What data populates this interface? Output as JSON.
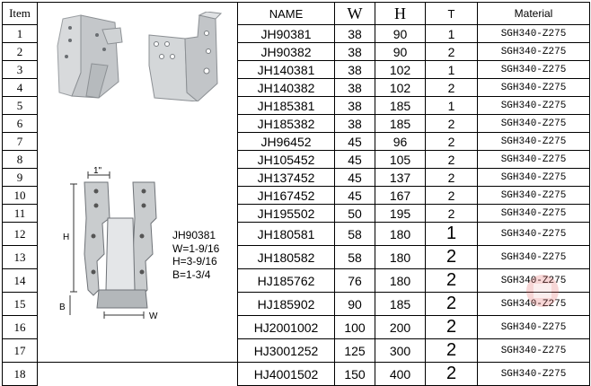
{
  "header": {
    "item": "Item",
    "name": "NAME",
    "w": "W",
    "h": "H",
    "t": "T",
    "material": "Material"
  },
  "rows": [
    {
      "item": "1",
      "name": "JH90381",
      "w": "38",
      "h": "90",
      "t": "1",
      "mat": "SGH340-Z275"
    },
    {
      "item": "2",
      "name": "JH90382",
      "w": "38",
      "h": "90",
      "t": "2",
      "mat": "SGH340-Z275"
    },
    {
      "item": "3",
      "name": "JH140381",
      "w": "38",
      "h": "102",
      "t": "1",
      "mat": "SGH340-Z275"
    },
    {
      "item": "4",
      "name": "JH140382",
      "w": "38",
      "h": "102",
      "t": "2",
      "mat": "SGH340-Z275"
    },
    {
      "item": "5",
      "name": "JH185381",
      "w": "38",
      "h": "185",
      "t": "1",
      "mat": "SGH340-Z275"
    },
    {
      "item": "6",
      "name": "JH185382",
      "w": "38",
      "h": "185",
      "t": "2",
      "mat": "SGH340-Z275"
    },
    {
      "item": "7",
      "name": "JH96452",
      "w": "45",
      "h": "96",
      "t": "2",
      "mat": "SGH340-Z275"
    },
    {
      "item": "8",
      "name": "JH105452",
      "w": "45",
      "h": "105",
      "t": "2",
      "mat": "SGH340-Z275"
    },
    {
      "item": "9",
      "name": "JH137452",
      "w": "45",
      "h": "137",
      "t": "2",
      "mat": "SGH340-Z275"
    },
    {
      "item": "10",
      "name": "JH167452",
      "w": "45",
      "h": "167",
      "t": "2",
      "mat": "SGH340-Z275"
    },
    {
      "item": "11",
      "name": "JH195502",
      "w": "50",
      "h": "195",
      "t": "2",
      "mat": "SGH340-Z275"
    },
    {
      "item": "12",
      "name": "JH180581",
      "w": "58",
      "h": "180",
      "t": "1",
      "mat": "SGH340-Z275"
    },
    {
      "item": "13",
      "name": "JH180582",
      "w": "58",
      "h": "180",
      "t": "2",
      "mat": "SGH340-Z275"
    },
    {
      "item": "14",
      "name": "HJ185762",
      "w": "76",
      "h": "180",
      "t": "2",
      "mat": "SGH340-Z275"
    },
    {
      "item": "15",
      "name": "HJ185902",
      "w": "90",
      "h": "185",
      "t": "2",
      "mat": "SGH340-Z275"
    },
    {
      "item": "16",
      "name": "HJ2001002",
      "w": "100",
      "h": "200",
      "t": "2",
      "mat": "SGH340-Z275"
    },
    {
      "item": "17",
      "name": "HJ3001252",
      "w": "125",
      "h": "300",
      "t": "2",
      "mat": "SGH340-Z275"
    },
    {
      "item": "18",
      "name": "HJ4001502",
      "w": "150",
      "h": "400",
      "t": "2",
      "mat": "SGH340-Z275"
    }
  ],
  "diagram": {
    "dim_top": "1\"",
    "dim_h": "H",
    "dim_b": "B",
    "dim_w": "W",
    "spec_lines": [
      "JH90381",
      "W=1-9/16",
      "H=3-9/16",
      "B=1-3/4"
    ]
  },
  "style": {
    "t_large_from_row": 12,
    "hanger_color": "#c9ccce",
    "hanger_edge": "#8c9094"
  }
}
